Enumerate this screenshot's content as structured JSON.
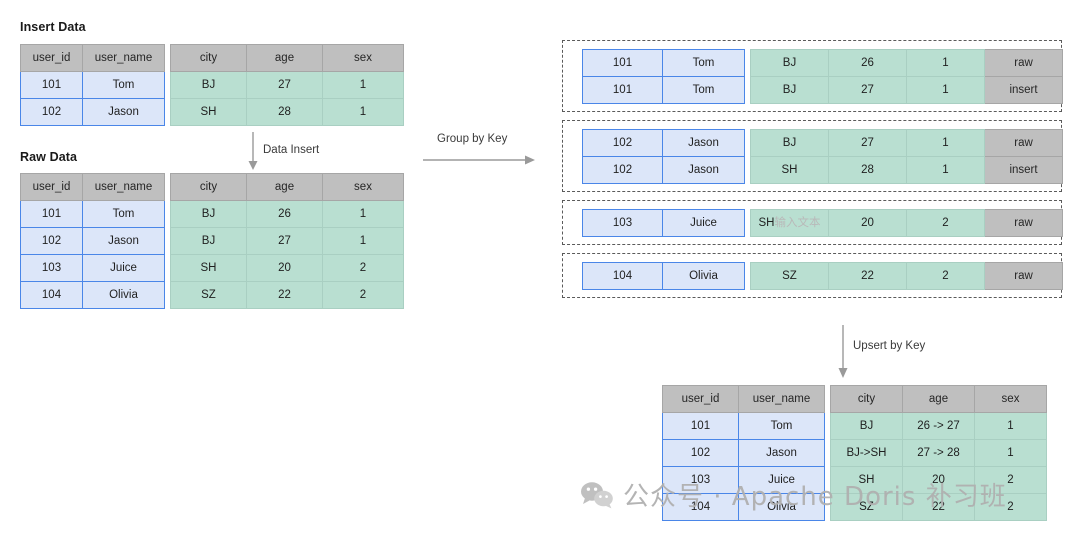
{
  "diagram": {
    "title_insert_data": "Insert Data",
    "title_raw_data": "Raw Data",
    "columns": [
      "user_id",
      "user_name",
      "city",
      "age",
      "sex"
    ],
    "arrows": {
      "data_insert": "Data Insert",
      "group_by_key": "Group by Key",
      "upsert_by_key": "Upsert by Key"
    },
    "insert_data_rows": [
      {
        "user_id": "101",
        "user_name": "Tom",
        "city": "BJ",
        "age": "27",
        "sex": "1"
      },
      {
        "user_id": "102",
        "user_name": "Jason",
        "city": "SH",
        "age": "28",
        "sex": "1"
      }
    ],
    "raw_data_rows": [
      {
        "user_id": "101",
        "user_name": "Tom",
        "city": "BJ",
        "age": "26",
        "sex": "1"
      },
      {
        "user_id": "102",
        "user_name": "Jason",
        "city": "BJ",
        "age": "27",
        "sex": "1"
      },
      {
        "user_id": "103",
        "user_name": "Juice",
        "city": "SH",
        "age": "20",
        "sex": "2"
      },
      {
        "user_id": "104",
        "user_name": "Olivia",
        "city": "SZ",
        "age": "22",
        "sex": "2"
      }
    ],
    "groups": [
      {
        "group_key": "101",
        "rows": [
          {
            "user_id": "101",
            "user_name": "Tom",
            "city": "BJ",
            "age": "26",
            "sex": "1",
            "tag": "raw"
          },
          {
            "user_id": "101",
            "user_name": "Tom",
            "city": "BJ",
            "age": "27",
            "sex": "1",
            "tag": "insert"
          }
        ]
      },
      {
        "group_key": "102",
        "rows": [
          {
            "user_id": "102",
            "user_name": "Jason",
            "city": "BJ",
            "age": "27",
            "sex": "1",
            "tag": "raw"
          },
          {
            "user_id": "102",
            "user_name": "Jason",
            "city": "SH",
            "age": "28",
            "sex": "1",
            "tag": "insert"
          }
        ]
      },
      {
        "group_key": "103",
        "rows": [
          {
            "user_id": "103",
            "user_name": "Juice",
            "city": "SH",
            "city_placeholder": "输入文本",
            "age": "20",
            "sex": "2",
            "tag": "raw"
          }
        ]
      },
      {
        "group_key": "104",
        "rows": [
          {
            "user_id": "104",
            "user_name": "Olivia",
            "city": "SZ",
            "age": "22",
            "sex": "2",
            "tag": "raw"
          }
        ]
      }
    ],
    "result_rows": [
      {
        "user_id": "101",
        "user_name": "Tom",
        "city": "BJ",
        "age": "26 -> 27",
        "sex": "1"
      },
      {
        "user_id": "102",
        "user_name": "Jason",
        "city": "BJ->SH",
        "age": "27 -> 28",
        "sex": "1"
      },
      {
        "user_id": "103",
        "user_name": "Juice",
        "city": "SH",
        "age": "20",
        "sex": "2"
      },
      {
        "user_id": "104",
        "user_name": "Olivia",
        "city": "SZ",
        "age": "22",
        "sex": "2"
      }
    ],
    "watermark": {
      "text": "公众号 · Apache Doris 补习班",
      "logo": "wechat-icon"
    },
    "colors": {
      "header_gray": "#bfbfbf",
      "key_blue_fill": "#dce6f9",
      "key_blue_border": "#4a86e8",
      "value_green": "#b9dfd1",
      "dashed_border": "#5a5a5a"
    }
  }
}
